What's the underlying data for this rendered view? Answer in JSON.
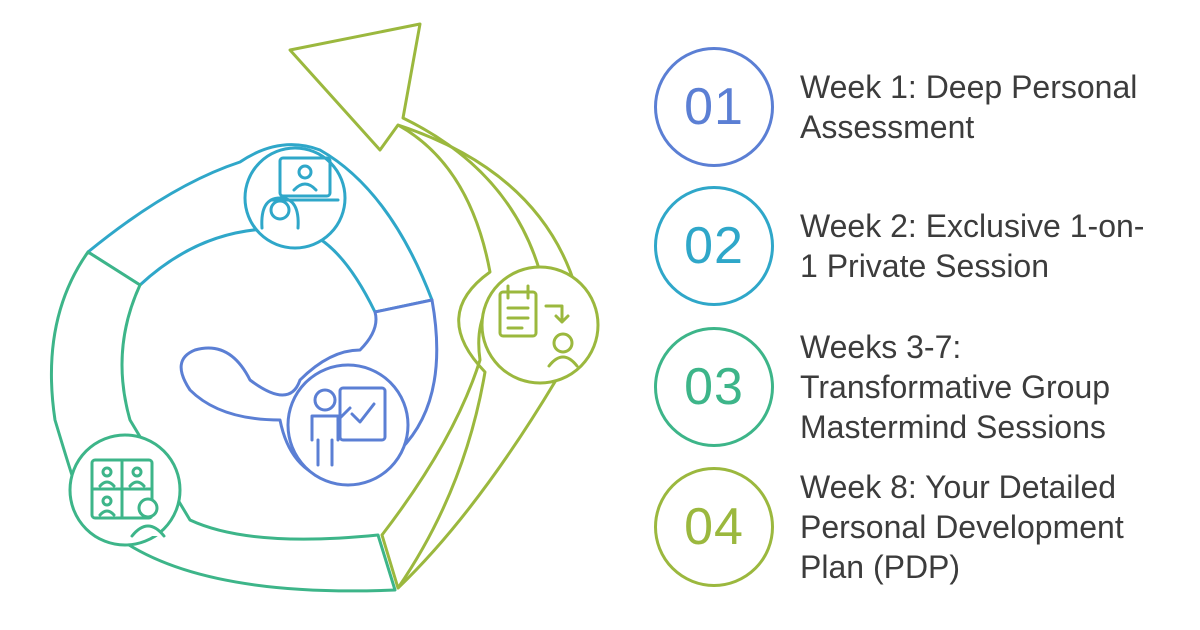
{
  "colors": {
    "step1": "#5b7fd4",
    "step2": "#2fa7c9",
    "step3": "#3db589",
    "step4": "#9bb83e",
    "text": "#3c3c3c"
  },
  "diagram": {
    "icons": [
      {
        "name": "laptop-presenter-icon",
        "step": 2
      },
      {
        "name": "calendar-checklist-person-icon",
        "step": 4
      },
      {
        "name": "presenter-checkmark-board-icon",
        "step": 1
      },
      {
        "name": "video-call-grid-icon",
        "step": 3
      }
    ]
  },
  "steps": [
    {
      "number": "01",
      "label": "Week 1: Deep Personal\nAssessment"
    },
    {
      "number": "02",
      "label": "Week 2: Exclusive 1-on-\n1 Private Session"
    },
    {
      "number": "03",
      "label": "Weeks 3-7:\nTransformative Group\nMastermind Sessions"
    },
    {
      "number": "04",
      "label": "Week 8: Your Detailed\nPersonal Development\nPlan (PDP)"
    }
  ]
}
